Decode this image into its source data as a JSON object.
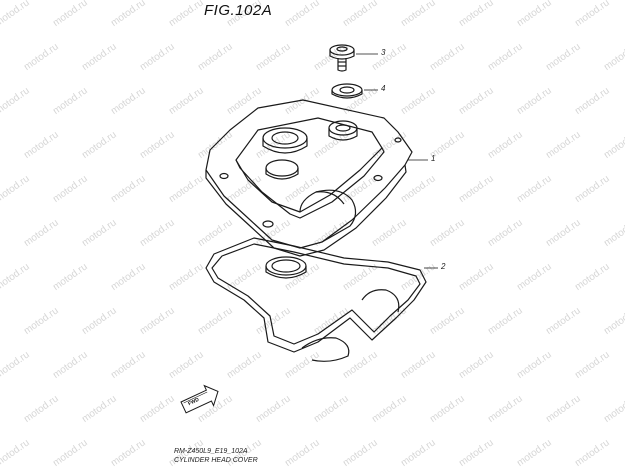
{
  "figure": {
    "title": "FIG.102A",
    "model_code": "RM-Z450L9_E19_102A",
    "caption": "CYLINDER HEAD COVER"
  },
  "watermark_text": "motod.ru",
  "parts": [
    {
      "ref": "3",
      "part": "bolt"
    },
    {
      "ref": "4",
      "part": "washer"
    },
    {
      "ref": "1",
      "part": "cylinder-head-cover"
    },
    {
      "ref": "2",
      "part": "gasket"
    }
  ],
  "direction_badge": "FWD",
  "colors": {
    "line": "#1a1a1a",
    "watermark": "#d6d6d6"
  }
}
